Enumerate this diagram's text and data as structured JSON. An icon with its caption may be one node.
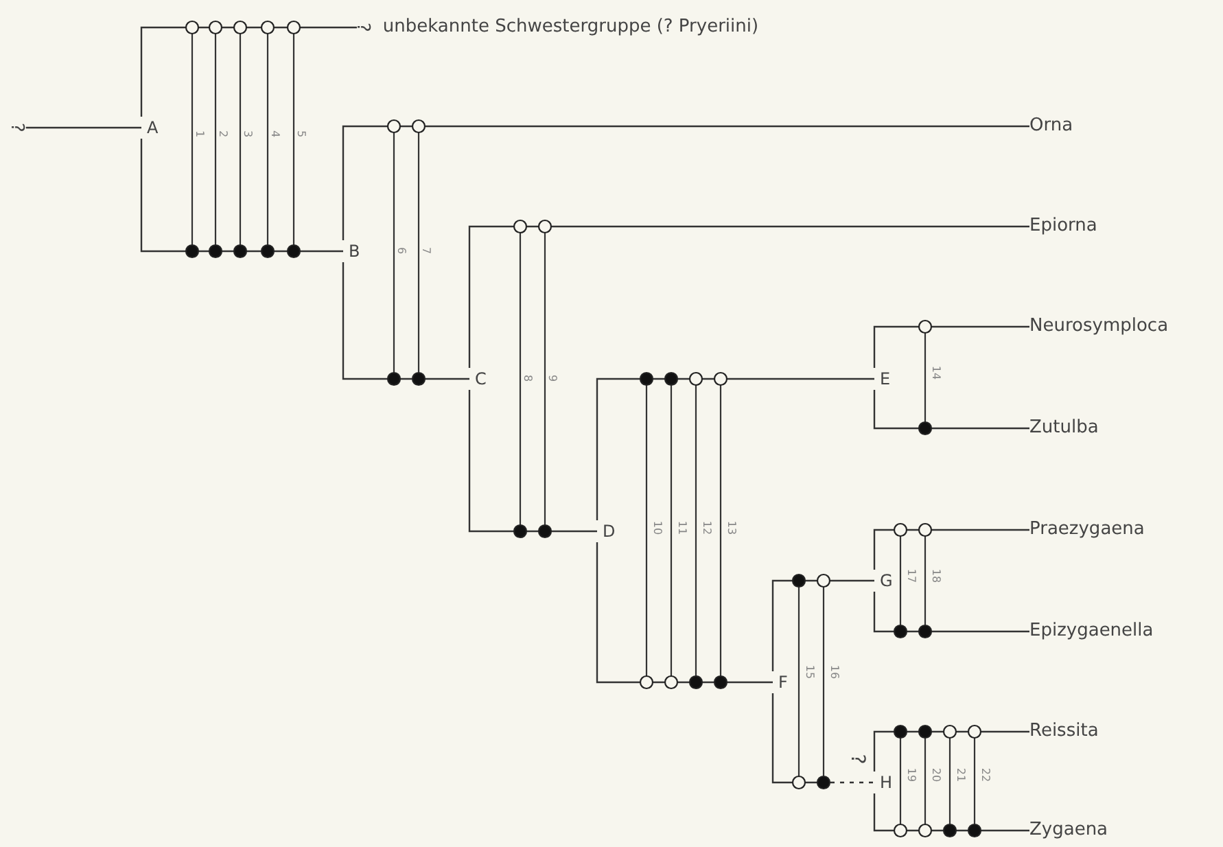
{
  "diagram": {
    "nodes": [
      {
        "text": [
          "?"
        ]
      },
      {
        "text": [
          "A"
        ]
      },
      {
        "text": [
          "?",
          "unbekannte Schwestergruppe (? Pryeriini)"
        ]
      },
      {
        "text": [
          "B"
        ]
      },
      {
        "text": [
          "Orna"
        ]
      },
      {
        "text": [
          "C"
        ]
      },
      {
        "text": [
          "Epiorna"
        ]
      },
      {
        "text": [
          "D"
        ]
      },
      {
        "text": [
          "E"
        ]
      },
      {
        "text": [
          "Neurosymploca"
        ]
      },
      {
        "text": [
          "Zutulba"
        ]
      },
      {
        "text": [
          "F"
        ]
      },
      {
        "text": [
          "G"
        ]
      },
      {
        "text": [
          "Praezygaena"
        ]
      },
      {
        "text": [
          "Epizygaenella"
        ]
      },
      {
        "text": [
          "H"
        ]
      },
      {
        "text": [
          "Reissita"
        ]
      },
      {
        "text": [
          "Zygaena"
        ]
      }
    ],
    "edges": [
      {
        "from": 0,
        "to": 1,
        "arrow": "none"
      },
      {
        "from": 1,
        "to": 2,
        "arrow": "none"
      },
      {
        "from": 1,
        "to": 3,
        "arrow": "none"
      },
      {
        "from": 3,
        "to": 4,
        "arrow": "none"
      },
      {
        "from": 3,
        "to": 5,
        "arrow": "none"
      },
      {
        "from": 5,
        "to": 6,
        "arrow": "none"
      },
      {
        "from": 5,
        "to": 7,
        "arrow": "none"
      },
      {
        "from": 7,
        "to": 8,
        "arrow": "none"
      },
      {
        "from": 7,
        "to": 11,
        "arrow": "none"
      },
      {
        "from": 8,
        "to": 9,
        "arrow": "none"
      },
      {
        "from": 8,
        "to": 10,
        "arrow": "none"
      },
      {
        "from": 11,
        "to": 12,
        "arrow": "none"
      },
      {
        "from": 11,
        "to": 15,
        "arrow": "none",
        "style": "dashed"
      },
      {
        "from": 12,
        "to": 13,
        "arrow": "none"
      },
      {
        "from": 12,
        "to": 14,
        "arrow": "none"
      },
      {
        "from": 15,
        "to": 16,
        "arrow": "none"
      },
      {
        "from": 15,
        "to": 17,
        "arrow": "none"
      }
    ],
    "labels": [
      "1",
      "2",
      "3",
      "4",
      "5",
      "6",
      "7",
      "8",
      "9",
      "10",
      "11",
      "12",
      "13",
      "14",
      "15",
      "16",
      "17",
      "18",
      "19",
      "20",
      "21",
      "22",
      "?"
    ]
  }
}
